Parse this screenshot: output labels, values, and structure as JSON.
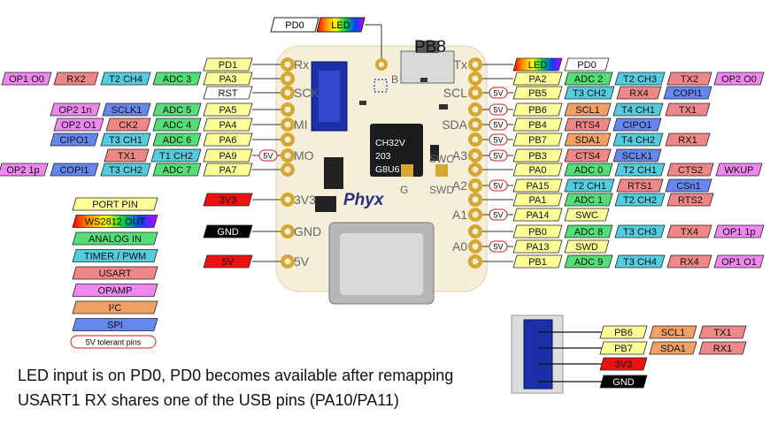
{
  "colors": {
    "port": "#ffff99",
    "analog": "#55dd77",
    "timer": "#55ccdd",
    "usart": "#ee8888",
    "opamp": "#ee88ee",
    "i2c": "#f2a066",
    "spi": "#6688ee",
    "black": "#000000",
    "red": "#ee1111",
    "white": "#ffffff",
    "board": "#f5eed8",
    "pad": "#d4a832",
    "tol_border": "#cc2222"
  },
  "board": {
    "brand": "Phyx",
    "chip_text": [
      "CH32V",
      "203",
      "G8U6"
    ],
    "pb8_label": "PB8",
    "swc_label": "SWC",
    "swd_label": "SWD",
    "g_label": "G",
    "b_label": "B",
    "led_top_tag": "PD0",
    "led_top_label": "LED",
    "left_silk": [
      "Rx",
      "SCK",
      "MI",
      "MO",
      "3V3",
      "GND",
      "5V"
    ],
    "right_silk": [
      "Tx",
      "SCL",
      "SDA",
      "A3",
      "A2",
      "A1",
      "A0"
    ]
  },
  "rows": [
    {
      "side": "left",
      "labels": [
        {
          "text": "PD1",
          "kind": "port"
        }
      ]
    },
    {
      "side": "left",
      "labels": [
        {
          "text": "PA3",
          "kind": "port"
        },
        {
          "text": "ADC 3",
          "kind": "analog"
        },
        {
          "text": "T2 CH4",
          "kind": "timer"
        },
        {
          "text": "RX2",
          "kind": "usart"
        },
        {
          "text": "OP1 O0",
          "kind": "opamp"
        }
      ]
    },
    {
      "side": "left",
      "labels": [
        {
          "text": "RST",
          "kind": "white"
        }
      ]
    },
    {
      "side": "left",
      "labels": [
        {
          "text": "PA5",
          "kind": "port"
        },
        {
          "text": "ADC 5",
          "kind": "analog"
        },
        {
          "text": "SCLK1",
          "kind": "spi"
        },
        {
          "text": "OP2 1n",
          "kind": "opamp"
        }
      ]
    },
    {
      "side": "left",
      "labels": [
        {
          "text": "PA4",
          "kind": "port"
        },
        {
          "text": "ADC 4",
          "kind": "analog"
        },
        {
          "text": "CK2",
          "kind": "usart"
        },
        {
          "text": "OP2 O1",
          "kind": "opamp"
        }
      ]
    },
    {
      "side": "left",
      "labels": [
        {
          "text": "PA6",
          "kind": "port"
        },
        {
          "text": "ADC 6",
          "kind": "analog"
        },
        {
          "text": "T3 CH1",
          "kind": "timer"
        },
        {
          "text": "CIPO1",
          "kind": "spi"
        }
      ]
    },
    {
      "side": "left",
      "tolerant": true,
      "labels": [
        {
          "text": "PA9",
          "kind": "port"
        },
        {
          "text": "T1 CH2",
          "kind": "timer"
        },
        {
          "text": "TX1",
          "kind": "usart"
        }
      ]
    },
    {
      "side": "left",
      "labels": [
        {
          "text": "PA7",
          "kind": "port"
        },
        {
          "text": "ADC 7",
          "kind": "analog"
        },
        {
          "text": "T3 CH2",
          "kind": "timer"
        },
        {
          "text": "COPI1",
          "kind": "spi"
        },
        {
          "text": "OP2 1p",
          "kind": "opamp"
        }
      ]
    },
    {
      "side": "left",
      "labels": [
        {
          "text": "3V3",
          "kind": "red"
        }
      ]
    },
    {
      "side": "left",
      "labels": [
        {
          "text": "GND",
          "kind": "black"
        }
      ]
    },
    {
      "side": "left",
      "labels": [
        {
          "text": "5V",
          "kind": "red"
        }
      ]
    },
    {
      "side": "right",
      "labels": [
        {
          "text": "LED",
          "kind": "led"
        },
        {
          "text": "PD0",
          "kind": "white"
        }
      ]
    },
    {
      "side": "right",
      "labels": [
        {
          "text": "PA2",
          "kind": "port"
        },
        {
          "text": "ADC 2",
          "kind": "analog"
        },
        {
          "text": "T2 CH3",
          "kind": "timer"
        },
        {
          "text": "TX2",
          "kind": "usart"
        },
        {
          "text": "OP2 O0",
          "kind": "opamp"
        }
      ]
    },
    {
      "side": "right",
      "tolerant": true,
      "labels": [
        {
          "text": "PB5",
          "kind": "port"
        },
        {
          "text": "T3 CH2",
          "kind": "timer"
        },
        {
          "text": "RX4",
          "kind": "usart"
        },
        {
          "text": "COPI1",
          "kind": "spi"
        }
      ]
    },
    {
      "side": "right",
      "tolerant": true,
      "labels": [
        {
          "text": "PB6",
          "kind": "port"
        },
        {
          "text": "SCL1",
          "kind": "i2c"
        },
        {
          "text": "T4 CH1",
          "kind": "timer"
        },
        {
          "text": "TX1",
          "kind": "usart"
        }
      ]
    },
    {
      "side": "right",
      "tolerant": true,
      "labels": [
        {
          "text": "PB4",
          "kind": "port"
        },
        {
          "text": "RTS4",
          "kind": "usart"
        },
        {
          "text": "CIPO1",
          "kind": "spi"
        }
      ]
    },
    {
      "side": "right",
      "tolerant": true,
      "labels": [
        {
          "text": "PB7",
          "kind": "port"
        },
        {
          "text": "SDA1",
          "kind": "i2c"
        },
        {
          "text": "T4 CH2",
          "kind": "timer"
        },
        {
          "text": "RX1",
          "kind": "usart"
        }
      ]
    },
    {
      "side": "right",
      "tolerant": true,
      "labels": [
        {
          "text": "PB3",
          "kind": "port"
        },
        {
          "text": "CTS4",
          "kind": "usart"
        },
        {
          "text": "SCLK1",
          "kind": "spi"
        }
      ]
    },
    {
      "side": "right",
      "labels": [
        {
          "text": "PA0",
          "kind": "port"
        },
        {
          "text": "ADC 0",
          "kind": "analog"
        },
        {
          "text": "T2 CH1",
          "kind": "timer"
        },
        {
          "text": "CTS2",
          "kind": "usart"
        },
        {
          "text": "WKUP",
          "kind": "opamp"
        }
      ]
    },
    {
      "side": "right",
      "tolerant": true,
      "labels": [
        {
          "text": "PA15",
          "kind": "port"
        },
        {
          "text": "T2 CH1",
          "kind": "timer"
        },
        {
          "text": "RTS1",
          "kind": "usart"
        },
        {
          "text": "CSn1",
          "kind": "spi"
        }
      ]
    },
    {
      "side": "right",
      "labels": [
        {
          "text": "PA1",
          "kind": "port"
        },
        {
          "text": "ADC 1",
          "kind": "analog"
        },
        {
          "text": "T2 CH2",
          "kind": "timer"
        },
        {
          "text": "RTS2",
          "kind": "usart"
        }
      ]
    },
    {
      "side": "right",
      "tolerant": true,
      "labels": [
        {
          "text": "PA14",
          "kind": "port"
        },
        {
          "text": "SWC",
          "kind": "port"
        }
      ]
    },
    {
      "side": "right",
      "labels": [
        {
          "text": "PB0",
          "kind": "port"
        },
        {
          "text": "ADC 8",
          "kind": "analog"
        },
        {
          "text": "T3 CH3",
          "kind": "timer"
        },
        {
          "text": "TX4",
          "kind": "usart"
        },
        {
          "text": "OP1 1p",
          "kind": "opamp"
        }
      ]
    },
    {
      "side": "right",
      "tolerant": true,
      "labels": [
        {
          "text": "PA13",
          "kind": "port"
        },
        {
          "text": "SWD",
          "kind": "port"
        }
      ]
    },
    {
      "side": "right",
      "labels": [
        {
          "text": "PB1",
          "kind": "port"
        },
        {
          "text": "ADC 9",
          "kind": "analog"
        },
        {
          "text": "T3 CH4",
          "kind": "timer"
        },
        {
          "text": "RX4",
          "kind": "usart"
        },
        {
          "text": "OP1 O1",
          "kind": "opamp"
        }
      ]
    }
  ],
  "tolerant_tag": "5V",
  "legend": [
    {
      "text": "PORT PIN",
      "kind": "port"
    },
    {
      "text": "WS2812 OUT",
      "kind": "led"
    },
    {
      "text": "ANALOG IN",
      "kind": "analog"
    },
    {
      "text": "TIMER / PWM",
      "kind": "timer"
    },
    {
      "text": "USART",
      "kind": "usart"
    },
    {
      "text": "OPAMP",
      "kind": "opamp"
    },
    {
      "text": "I²C",
      "kind": "i2c"
    },
    {
      "text": "SPI",
      "kind": "spi"
    },
    {
      "text": "5V tolerant pins",
      "kind": "tolerant"
    }
  ],
  "qwiic": [
    {
      "labels": [
        {
          "text": "PB6",
          "kind": "port"
        },
        {
          "text": "SCL1",
          "kind": "i2c"
        },
        {
          "text": "TX1",
          "kind": "usart"
        }
      ]
    },
    {
      "labels": [
        {
          "text": "PB7",
          "kind": "port"
        },
        {
          "text": "SDA1",
          "kind": "i2c"
        },
        {
          "text": "RX1",
          "kind": "usart"
        }
      ]
    },
    {
      "labels": [
        {
          "text": "3V3",
          "kind": "red"
        }
      ]
    },
    {
      "labels": [
        {
          "text": "GND",
          "kind": "black"
        }
      ]
    }
  ],
  "notes": [
    "LED input is on PD0, PD0 becomes available after remapping",
    "USART1 RX shares one of the USB pins (PA10/PA11)"
  ]
}
